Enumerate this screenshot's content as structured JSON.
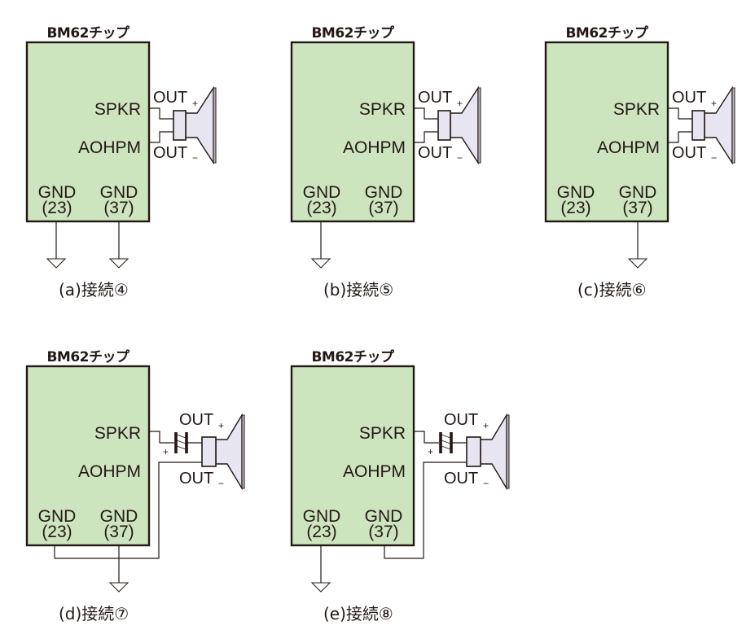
{
  "figure": {
    "panels": [
      {
        "id": "a",
        "chip_title": "BM62チップ",
        "pins": {
          "spkr": "SPKR",
          "aohpm": "AOHPM",
          "gnd1": "GND",
          "gnd1_num": "(23)",
          "gnd2": "GND",
          "gnd2_num": "(37)"
        },
        "speaker": {
          "out_plus": "OUT",
          "plus_sub": "+",
          "out_minus": "OUT",
          "minus_sub": "−"
        },
        "capacitor": false,
        "capacitor_polarity": "",
        "ground_mode": "both_separate",
        "caption": "(a)接続④"
      },
      {
        "id": "b",
        "chip_title": "BM62チップ",
        "pins": {
          "spkr": "SPKR",
          "aohpm": "AOHPM",
          "gnd1": "GND",
          "gnd1_num": "(23)",
          "gnd2": "GND",
          "gnd2_num": "(37)"
        },
        "speaker": {
          "out_plus": "OUT",
          "plus_sub": "+",
          "out_minus": "OUT",
          "minus_sub": "−"
        },
        "capacitor": false,
        "capacitor_polarity": "",
        "ground_mode": "gnd23_only",
        "caption": "(b)接続⑤"
      },
      {
        "id": "c",
        "chip_title": "BM62チップ",
        "pins": {
          "spkr": "SPKR",
          "aohpm": "AOHPM",
          "gnd1": "GND",
          "gnd1_num": "(23)",
          "gnd2": "GND",
          "gnd2_num": "(37)"
        },
        "speaker": {
          "out_plus": "OUT",
          "plus_sub": "+",
          "out_minus": "OUT",
          "minus_sub": "−"
        },
        "capacitor": false,
        "capacitor_polarity": "",
        "ground_mode": "gnd37_only",
        "caption": "(c)接続⑥"
      },
      {
        "id": "d",
        "chip_title": "BM62チップ",
        "pins": {
          "spkr": "SPKR",
          "aohpm": "AOHPM",
          "gnd1": "GND",
          "gnd1_num": "(23)",
          "gnd2": "GND",
          "gnd2_num": "(37)"
        },
        "speaker": {
          "out_plus": "OUT",
          "plus_sub": "+",
          "out_minus": "OUT",
          "minus_sub": "−"
        },
        "capacitor": true,
        "capacitor_polarity": "+",
        "ground_mode": "both_joined_gnd_at_37",
        "caption": "(d)接続⑦"
      },
      {
        "id": "e",
        "chip_title": "BM62チップ",
        "pins": {
          "spkr": "SPKR",
          "aohpm": "AOHPM",
          "gnd1": "GND",
          "gnd1_num": "(23)",
          "gnd2": "GND",
          "gnd2_num": "(37)"
        },
        "speaker": {
          "out_plus": "OUT",
          "plus_sub": "+",
          "out_minus": "OUT",
          "minus_sub": "−"
        },
        "capacitor": true,
        "capacitor_polarity": "+",
        "ground_mode": "gnd23_ground_gnd37_to_speaker",
        "caption": "(e)接続⑧"
      }
    ],
    "colors": {
      "chip_fill": "#cde5bf",
      "line": "#231815",
      "speaker_fill": "#e7e5f0"
    }
  }
}
